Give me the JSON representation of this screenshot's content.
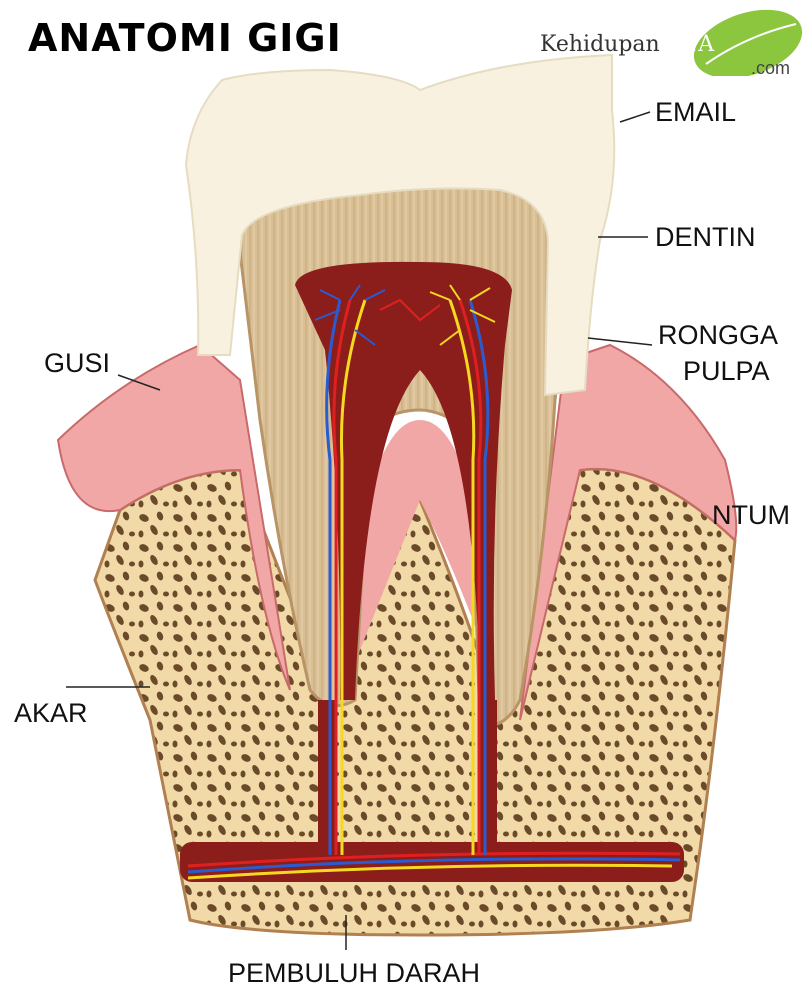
{
  "title": "ANATOMI GIGI",
  "logo": {
    "prefix": "Kehidupan",
    "brand": "KITA",
    "suffix": ".com"
  },
  "labels": {
    "email": "EMAIL",
    "dentin": "DENTIN",
    "rongga": "RONGGA",
    "pulpa": "PULPA",
    "gusi": "GUSI",
    "periodontium_partial": "NTUM",
    "akar": "AKAR",
    "pembuluh_darah": "PEMBULUH DARAH"
  },
  "colors": {
    "enamel": "#f8f1df",
    "dentin": "#dcc29a",
    "pulp": "#8b1e1a",
    "gum": "#f2a7a7",
    "bone": "#f1d9a8",
    "artery": "#e02020",
    "vein": "#2a5bd0",
    "nerve": "#f5d820",
    "logo_green": "#8cc63f"
  }
}
